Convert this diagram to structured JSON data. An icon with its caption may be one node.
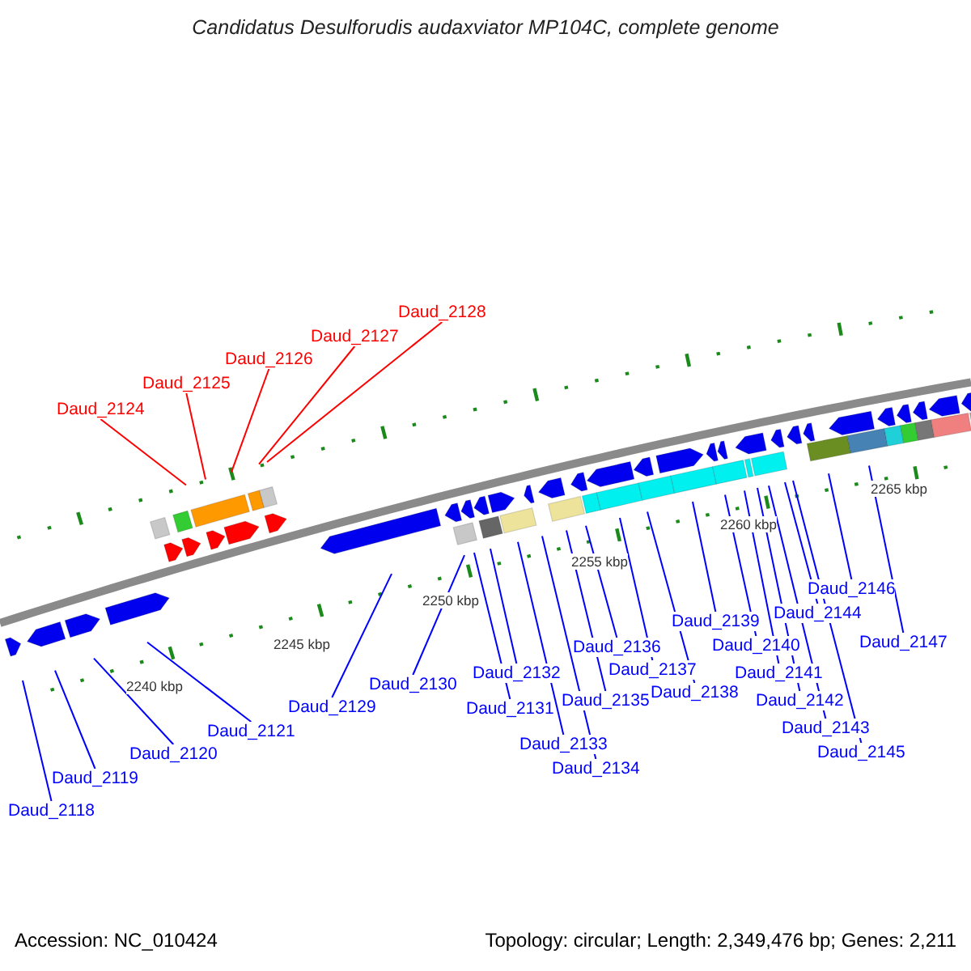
{
  "diagram": {
    "title": "Candidatus Desulforudis audaxviator MP104C, complete genome",
    "nodes": [
      {
        "text": [
          "Daud_2124"
        ]
      },
      {
        "text": [
          "Daud_2125"
        ]
      },
      {
        "text": [
          "Daud_2126"
        ]
      },
      {
        "text": [
          "Daud_2127"
        ]
      },
      {
        "text": [
          "Daud_2128"
        ]
      },
      {
        "text": [
          "Daud_2118"
        ]
      },
      {
        "text": [
          "Daud_2119"
        ]
      },
      {
        "text": [
          "Daud_2120"
        ]
      },
      {
        "text": [
          "Daud_2121"
        ]
      },
      {
        "text": [
          "Daud_2129"
        ]
      },
      {
        "text": [
          "Daud_2130"
        ]
      },
      {
        "text": [
          "Daud_2131"
        ]
      },
      {
        "text": [
          "Daud_2132"
        ]
      },
      {
        "text": [
          "Daud_2133"
        ]
      },
      {
        "text": [
          "Daud_2134"
        ]
      },
      {
        "text": [
          "Daud_2135"
        ]
      },
      {
        "text": [
          "Daud_2136"
        ]
      },
      {
        "text": [
          "Daud_2137"
        ]
      },
      {
        "text": [
          "Daud_2138"
        ]
      },
      {
        "text": [
          "Daud_2139"
        ]
      },
      {
        "text": [
          "Daud_2140"
        ]
      },
      {
        "text": [
          "Daud_2141"
        ]
      },
      {
        "text": [
          "Daud_2142"
        ]
      },
      {
        "text": [
          "Daud_2143"
        ]
      },
      {
        "text": [
          "Daud_2144"
        ]
      },
      {
        "text": [
          "Daud_2145"
        ]
      },
      {
        "text": [
          "Daud_2146"
        ]
      },
      {
        "text": [
          "Daud_2147"
        ]
      }
    ],
    "edges": [
      {
        "from": 0,
        "to": null,
        "arrow": "none",
        "color": "#ff0000"
      },
      {
        "from": 1,
        "to": null,
        "arrow": "none",
        "color": "#ff0000"
      },
      {
        "from": 2,
        "to": null,
        "arrow": "none",
        "color": "#ff0000"
      },
      {
        "from": 3,
        "to": null,
        "arrow": "none",
        "color": "#ff0000"
      },
      {
        "from": 4,
        "to": null,
        "arrow": "none",
        "color": "#ff0000"
      },
      {
        "from": 5,
        "to": null,
        "arrow": "none"
      },
      {
        "from": 6,
        "to": null,
        "arrow": "none"
      },
      {
        "from": 7,
        "to": null,
        "arrow": "none"
      },
      {
        "from": 8,
        "to": null,
        "arrow": "none"
      },
      {
        "from": 9,
        "to": null,
        "arrow": "none"
      },
      {
        "from": 10,
        "to": null,
        "arrow": "none"
      },
      {
        "from": 11,
        "to": null,
        "arrow": "none"
      },
      {
        "from": 12,
        "to": null,
        "arrow": "none"
      },
      {
        "from": 13,
        "to": null,
        "arrow": "none"
      },
      {
        "from": 14,
        "to": null,
        "arrow": "none"
      },
      {
        "from": 15,
        "to": null,
        "arrow": "none"
      },
      {
        "from": 16,
        "to": null,
        "arrow": "none"
      },
      {
        "from": 17,
        "to": null,
        "arrow": "none"
      },
      {
        "from": 18,
        "to": null,
        "arrow": "none"
      },
      {
        "from": 19,
        "to": null,
        "arrow": "none"
      },
      {
        "from": 20,
        "to": null,
        "arrow": "none"
      },
      {
        "from": 21,
        "to": null,
        "arrow": "none"
      },
      {
        "from": 22,
        "to": null,
        "arrow": "none"
      },
      {
        "from": 23,
        "to": null,
        "arrow": "none"
      },
      {
        "from": 24,
        "to": null,
        "arrow": "none"
      },
      {
        "from": 25,
        "to": null,
        "arrow": "none"
      },
      {
        "from": 26,
        "to": null,
        "arrow": "none"
      },
      {
        "from": 27,
        "to": null,
        "arrow": "none"
      }
    ],
    "labels": [
      "2240 kbp",
      "2245 kbp",
      "2250 kbp",
      "2255 kbp",
      "2260 kbp",
      "2265 kbp",
      "Accession: NC_010424",
      "Topology: circular; Length: 2,349,476 bp; Genes: 2,211"
    ]
  }
}
